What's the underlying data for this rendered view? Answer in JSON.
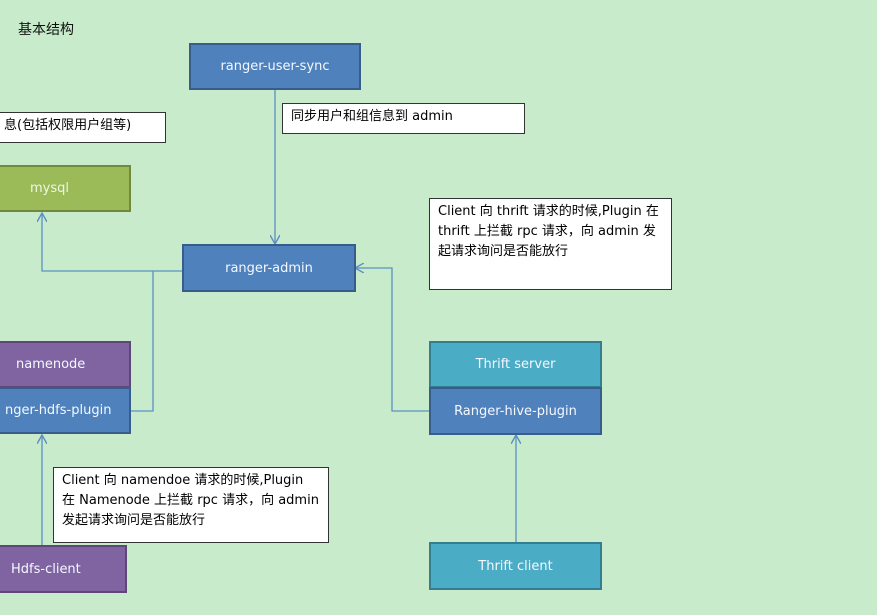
{
  "title": "基本结构",
  "nodes": {
    "ranger_user_sync": "ranger-user-sync",
    "ranger_admin": "ranger-admin",
    "mysql": "mysql",
    "namenode": "namenode",
    "ranger_hdfs_plugin": "nger-hdfs-plugin",
    "hdfs_client": "Hdfs-client",
    "thrift_server": "Thrift server",
    "ranger_hive_plugin": "Ranger-hive-plugin",
    "thrift_client": "Thrift client"
  },
  "notes": {
    "user_sync": "同步用户和组信息到 admin",
    "mysql_info": "息(包括权限用户组等)",
    "thrift_request": "Client 向 thrift 请求的时候,Plugin 在 thrift 上拦截 rpc 请求，向 admin 发起请求询问是否能放行",
    "namenode_request": "Client 向 namendoe 请求的时候,Plugin 在 Namenode 上拦截 rpc 请求，向 admin 发起请求询问是否能放行"
  },
  "colors": {
    "background": "#c8ebcb",
    "blue": "#4f81bd",
    "green": "#9bbb59",
    "purple": "#8064a2",
    "teal": "#4bacc6",
    "connector": "#5b8fc4"
  }
}
